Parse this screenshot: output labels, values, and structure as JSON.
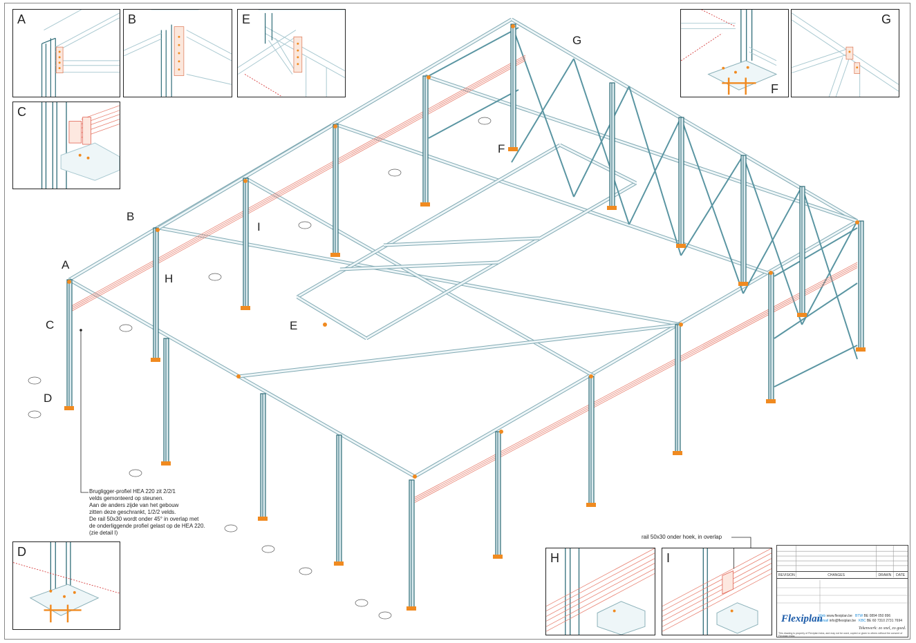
{
  "drawing": {
    "callouts": [
      "A",
      "B",
      "C",
      "D",
      "E",
      "F",
      "G",
      "H",
      "I"
    ],
    "detail_labels": {
      "A": "A",
      "B": "B",
      "E": "E",
      "C": "C",
      "F_top": "F",
      "G_top": "G",
      "D": "D",
      "H": "H",
      "I": "I"
    },
    "colors": {
      "steel_dark": "#2c6a76",
      "steel_light": "#a8c8d0",
      "rail": "#e88070",
      "plate": "#f08a20",
      "section_line": "#d02020"
    },
    "note": [
      "Brugligger-profiel HEA 220 zit 2/2/1",
      "velds  gemonteerd op steunen.",
      "Aan de anders zijde van het gebouw",
      "zitten deze geschrankt, 1/2/2 velds.",
      "De rail 50x30 wordt onder  45° in overlap met",
      "de onderliggende profiel gelast op de HEA 220.",
      "(zie detail I)"
    ],
    "rail_note": "rail 50x30 onder hoek, in overlap"
  },
  "title_block": {
    "rev_header": {
      "revision": "REVISION",
      "changes": "CHANGES",
      "drawn": "DRAWN",
      "date": "DATE"
    },
    "logo": "Flexiplan",
    "web_label": "Web",
    "web": "www.flexiplan.be",
    "email_label": "E-mail",
    "email": "info@flexiplan.be",
    "btw_label": "BTW",
    "btw": "BE 0894 050 896",
    "kbc_label": "KBC",
    "kbc": "BE 60 7310 2731 7694",
    "slogan": "Tekenwerk: zo snel, zo goed.",
    "disclaimer": "This drawing is property of Flexiplan bvba, and may not be used, copied or given to others without the consent of Flexiplan bvba."
  }
}
